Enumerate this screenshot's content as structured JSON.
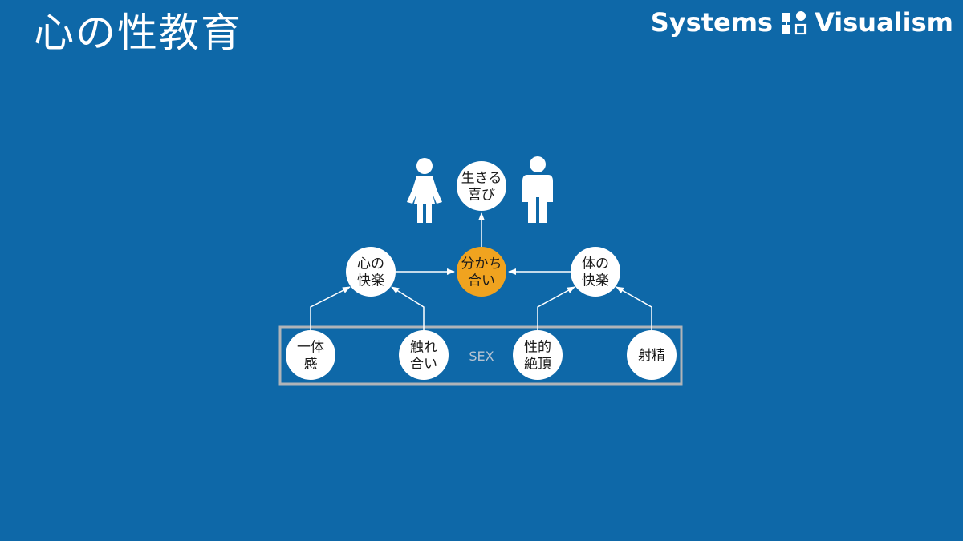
{
  "title": "心の性教育",
  "brand": {
    "name_left": "Systems",
    "name_right": "Visualism",
    "logo": "flow-logo-icon"
  },
  "colors": {
    "background": "#0e68a8",
    "node_fill": "#ffffff",
    "highlight_fill": "#f0a31f",
    "line": "#ffffff",
    "frame": "#b0b4b8",
    "frame_label": "#b7c4d2"
  },
  "diagram": {
    "figures": [
      {
        "id": "woman",
        "icon": "woman-icon"
      },
      {
        "id": "man",
        "icon": "man-icon"
      }
    ],
    "frame_label": "SEX",
    "nodes": [
      {
        "id": "joy",
        "lines": [
          "生きる",
          "喜び"
        ]
      },
      {
        "id": "sharing",
        "lines": [
          "分かち",
          "合い"
        ],
        "highlight": true
      },
      {
        "id": "mind_pleasure",
        "lines": [
          "心の",
          "快楽"
        ]
      },
      {
        "id": "body_pleasure",
        "lines": [
          "体の",
          "快楽"
        ]
      },
      {
        "id": "unity",
        "lines": [
          "一体",
          "感"
        ]
      },
      {
        "id": "touch",
        "lines": [
          "触れ",
          "合い"
        ]
      },
      {
        "id": "climax",
        "lines": [
          "性的",
          "絶頂"
        ]
      },
      {
        "id": "ejaculation",
        "lines": [
          "射精"
        ]
      }
    ],
    "edges": [
      {
        "from": "sharing",
        "to": "joy"
      },
      {
        "from": "mind_pleasure",
        "to": "sharing"
      },
      {
        "from": "body_pleasure",
        "to": "sharing"
      },
      {
        "from": "unity",
        "to": "mind_pleasure"
      },
      {
        "from": "touch",
        "to": "mind_pleasure"
      },
      {
        "from": "climax",
        "to": "body_pleasure"
      },
      {
        "from": "ejaculation",
        "to": "body_pleasure"
      }
    ]
  }
}
